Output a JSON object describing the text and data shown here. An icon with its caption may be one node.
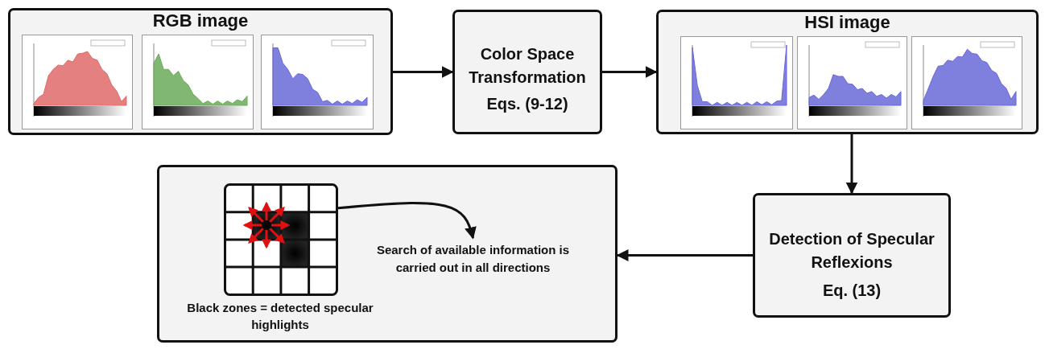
{
  "diagram": {
    "nodes": [
      {
        "text": [
          "RGB image"
        ]
      },
      {
        "text": [],
        "shape": "picture",
        "in": 0
      },
      {
        "text": [],
        "shape": "picture",
        "in": 0
      },
      {
        "text": [],
        "shape": "picture",
        "in": 0
      },
      {
        "text": [
          "Color Space Transformation",
          "Eqs. (9-12)"
        ]
      },
      {
        "text": [
          "HSI image"
        ]
      },
      {
        "text": [],
        "shape": "picture",
        "in": 5
      },
      {
        "text": [],
        "shape": "picture",
        "in": 5
      },
      {
        "text": [],
        "shape": "picture",
        "in": 5
      },
      {
        "text": [
          "Detection of Specular Reflexions",
          "Eq. (13)"
        ]
      },
      {
        "text": [],
        "shape": "box"
      },
      {
        "text": [],
        "shape": "picture",
        "in": 10,
        "beside": [
          "Black zones = detected specular highlights"
        ]
      },
      {
        "text": [
          "Search of available information is carried out in all directions"
        ],
        "in": 10
      }
    ],
    "edges": [
      {
        "from": 0,
        "to": 4,
        "arrow": "to"
      },
      {
        "from": 4,
        "to": 5,
        "arrow": "to"
      },
      {
        "from": 5,
        "to": 9,
        "arrow": "to"
      },
      {
        "from": 9,
        "to": 10,
        "arrow": "to"
      },
      {
        "from": 11,
        "to": 12,
        "arrow": "to"
      }
    ]
  }
}
